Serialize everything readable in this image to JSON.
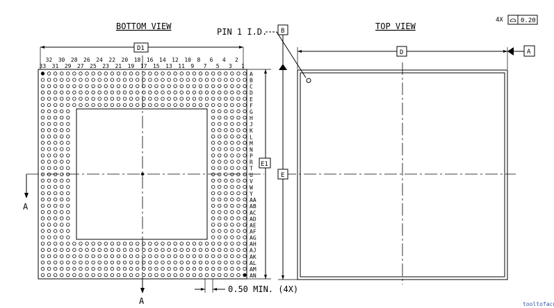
{
  "bottom_view": {
    "title": "BOTTOM VIEW",
    "dim_label": "D1",
    "side_dim_label": "E1",
    "section_label": "A",
    "bottom_section_label": "A",
    "col_top_numbers": [
      "32",
      "30",
      "28",
      "26",
      "24",
      "22",
      "20",
      "18",
      "16",
      "14",
      "12",
      "10",
      "8",
      "6",
      "4",
      "2"
    ],
    "col_bottom_numbers": [
      "33",
      "31",
      "29",
      "27",
      "25",
      "23",
      "21",
      "19",
      "17",
      "15",
      "13",
      "11",
      "9",
      "7",
      "5",
      "3",
      "1"
    ],
    "row_letters": [
      "A",
      "B",
      "C",
      "D",
      "E",
      "F",
      "G",
      "H",
      "J",
      "K",
      "L",
      "M",
      "N",
      "P",
      "R",
      "T",
      "U",
      "V",
      "W",
      "Y",
      "AA",
      "AB",
      "AC",
      "AD",
      "AE",
      "AF",
      "AG",
      "AH",
      "AJ",
      "AK",
      "AL",
      "AM",
      "AN"
    ],
    "spacing_note": "0.50 MIN. (4X)"
  },
  "top_view": {
    "title": "TOP VIEW",
    "pin1_label": "PIN 1 I.D.",
    "datum_b": "B",
    "dim_label": "D",
    "datum_a": "A",
    "side_dim_label": "E",
    "tolerance_count": "4X",
    "tolerance_value": "0.20"
  },
  "footer_mark": "tooltofacuit"
}
